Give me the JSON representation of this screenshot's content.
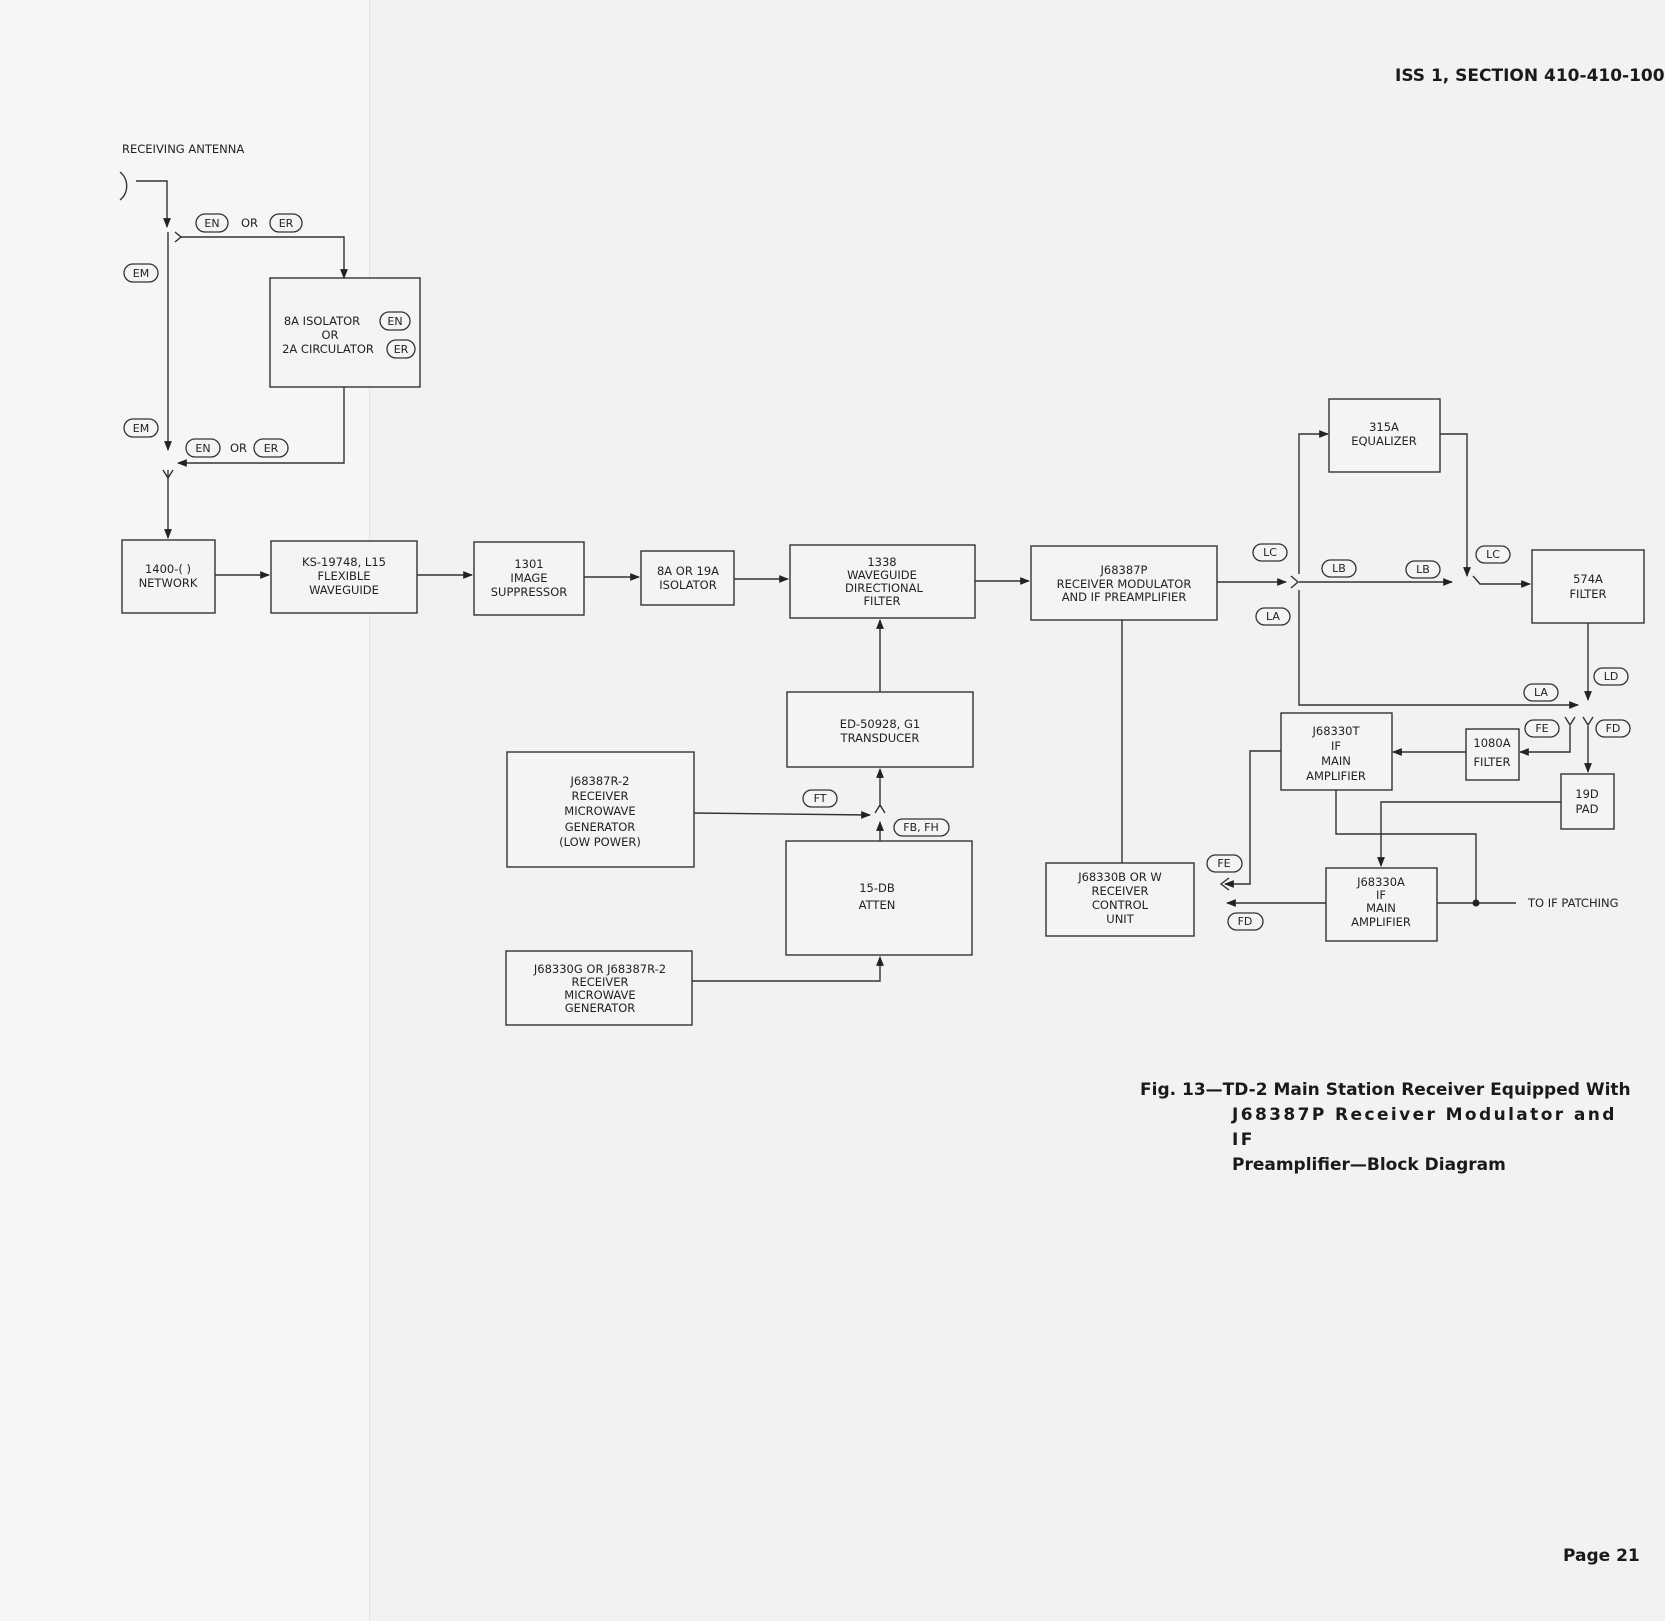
{
  "header": {
    "section": "ISS 1, SECTION 410-410-100"
  },
  "antenna_label": "RECEIVING ANTENNA",
  "blocks": {
    "isolator_circulator": [
      "8A ISOLATOR",
      "OR",
      "2A CIRCULATOR"
    ],
    "network": [
      "1400-( )",
      "NETWORK"
    ],
    "flexible_waveguide": [
      "KS-19748, L15",
      "FLEXIBLE",
      "WAVEGUIDE"
    ],
    "image_suppressor": [
      "1301",
      "IMAGE",
      "SUPPRESSOR"
    ],
    "isolator_8a_19a": [
      "8A OR 19A",
      "ISOLATOR"
    ],
    "directional_filter": [
      "1338",
      "WAVEGUIDE",
      "DIRECTIONAL",
      "FILTER"
    ],
    "receiver_modulator": [
      "J68387P",
      "RECEIVER MODULATOR",
      "AND IF PREAMPLIFIER"
    ],
    "transducer": [
      "ED-50928, G1",
      "TRANSDUCER"
    ],
    "mw_generator_low": [
      "J68387R-2",
      "RECEIVER",
      "MICROWAVE",
      "GENERATOR",
      "(LOW POWER)"
    ],
    "atten": [
      "15-DB",
      "ATTEN"
    ],
    "mw_generator": [
      "J68330G OR J68387R-2",
      "RECEIVER",
      "MICROWAVE",
      "GENERATOR"
    ],
    "equalizer": [
      "315A",
      "EQUALIZER"
    ],
    "filter_574a": [
      "574A",
      "FILTER"
    ],
    "if_main_amp_t": [
      "J68330T",
      "IF",
      "MAIN",
      "AMPLIFIER"
    ],
    "filter_1080a": [
      "1080A",
      "FILTER"
    ],
    "pad_19d": [
      "19D",
      "PAD"
    ],
    "control_unit": [
      "J68330B OR W",
      "RECEIVER",
      "CONTROL",
      "UNIT"
    ],
    "if_main_amp_a": [
      "J68330A",
      "IF",
      "MAIN",
      "AMPLIFIER"
    ]
  },
  "tags": {
    "en": "EN",
    "er": "ER",
    "em": "EM",
    "or": "OR",
    "ft": "FT",
    "fb_fh": "FB, FH",
    "lc": "LC",
    "lb": "LB",
    "la": "LA",
    "ld": "LD",
    "fe": "FE",
    "fd": "FD"
  },
  "to_if_patching": "TO IF PATCHING",
  "caption": {
    "line1": "Fig. 13—TD-2 Main Station Receiver Equipped With",
    "line2": "J68387P Receiver Modulator and IF",
    "line3": "Preamplifier—Block Diagram"
  },
  "page": "Page 21"
}
